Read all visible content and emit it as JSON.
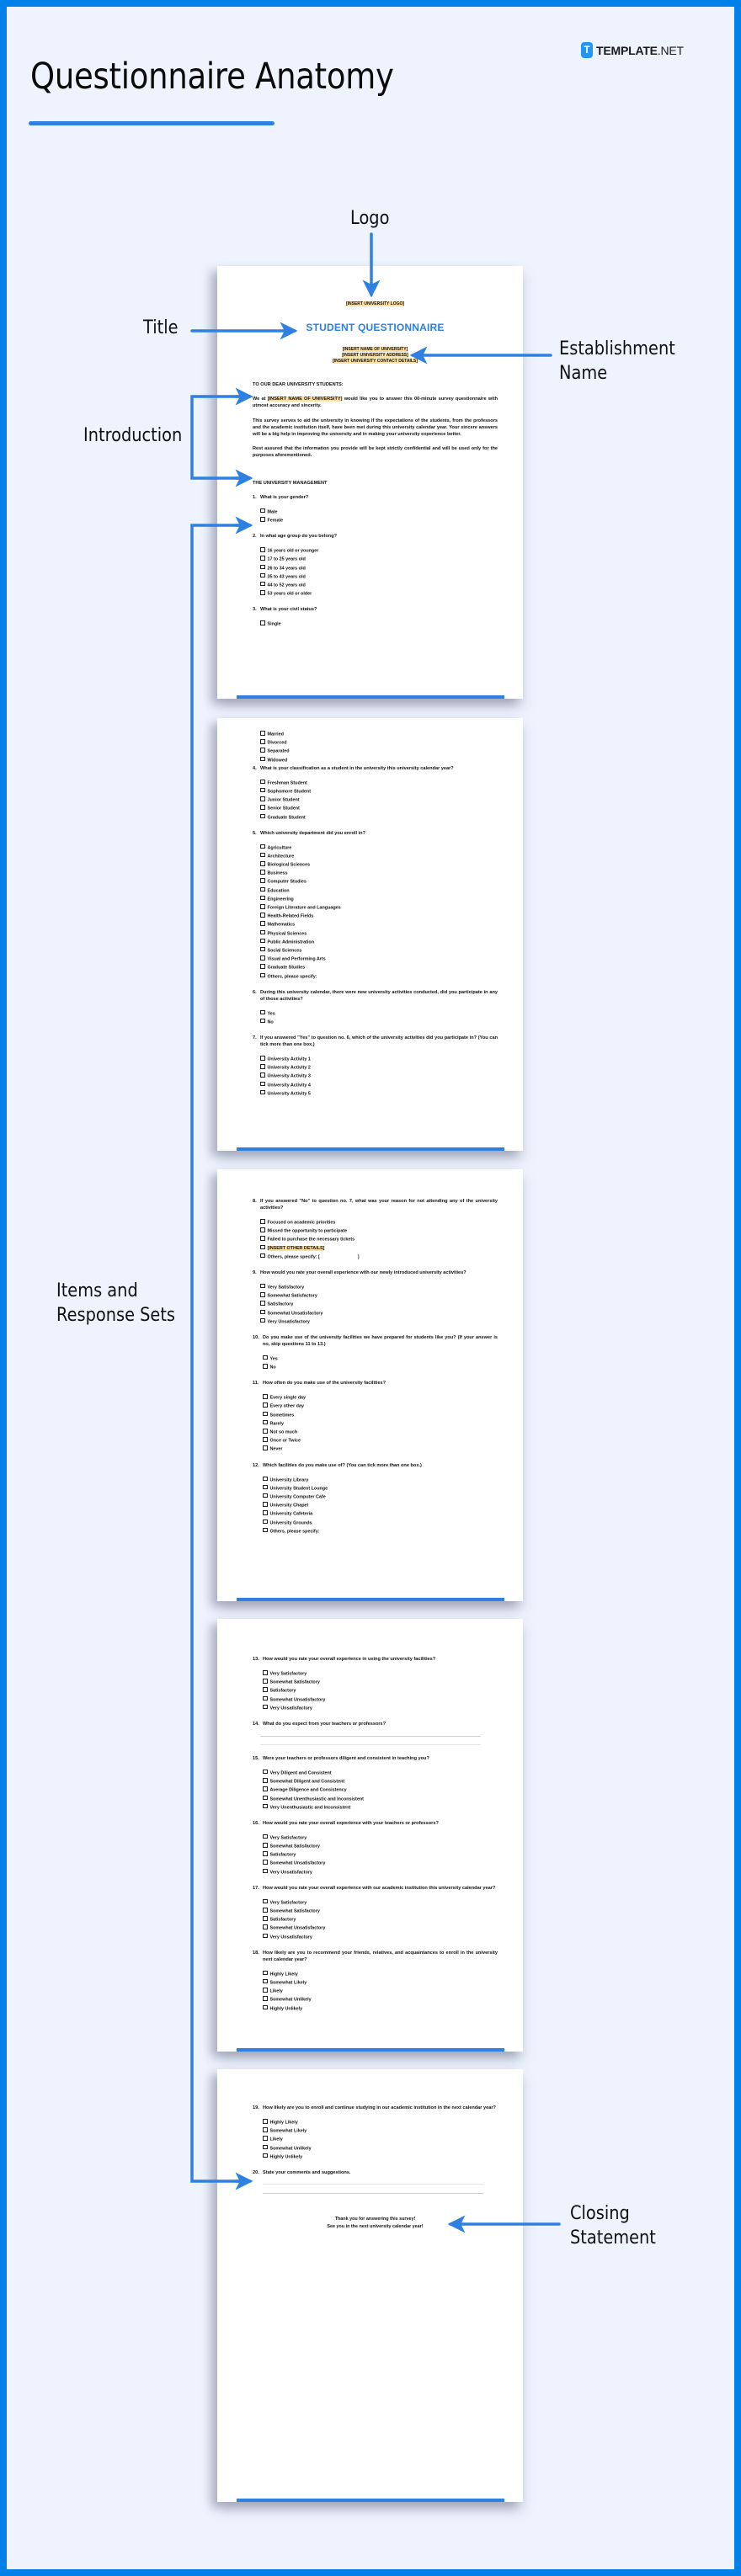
{
  "header": {
    "title": "Questionnaire Anatomy",
    "brand_badge": "T",
    "brand_bold": "TEMPLATE",
    "brand_light": ".NET"
  },
  "colors": {
    "frame": "#0080E8",
    "background": "#EEF3FE",
    "accent": "#2F80E0",
    "highlight": "#FCDFA0"
  },
  "annotations": {
    "logo": "Logo",
    "title": "Title",
    "establishment_line1": "Establishment",
    "establishment_line2": "Name",
    "introduction": "Introduction",
    "items_line1": "Items and",
    "items_line2": "Response Sets",
    "closing_line1": "Closing",
    "closing_line2": "Statement"
  },
  "document": {
    "logo_placeholder": "[INSERT UNIVERSITY LOGO]",
    "title": "STUDENT QUESTIONNAIRE",
    "establishment": [
      "[INSERT NAME OF UNIVERSITY]",
      "[INSERT UNIVERSITY ADDRESS]",
      "[INSERT UNIVERSITY CONTACT DETAILS]"
    ],
    "salutation": "TO OUR DEAR UNIVERSITY STUDENTS:",
    "intro_p1_pre": "We at ",
    "intro_p1_hl": "[INSERT NAME OF UNIVERSITY]",
    "intro_p1_post": " would like you to answer this 00-minute survey questionnaire with utmost accuracy and sincerity.",
    "intro_p2": "This survey serves to aid the university in knowing if the expectations of the students, from the professors and the academic institution itself, have been met during this university calendar year. Your sincere answers will be a big help in improving the university and in making your university experience better.",
    "intro_p3": "Rest assured that the information you provide will be kept strictly confidential and will be used only for the purposes aforementioned.",
    "signature": "THE UNIVERSITY MANAGEMENT",
    "questions": {
      "q1": {
        "num": "1.",
        "text": "What is your gender?",
        "options": [
          "Male",
          "Female"
        ]
      },
      "q2": {
        "num": "2.",
        "text": "In what age group do you belong?",
        "options": [
          "16 years old or younger",
          "17 to 25 years old",
          "26 to 34 years old",
          "35 to 43 years old",
          "44 to 52 years old",
          "53 years old or older"
        ]
      },
      "q3": {
        "num": "3.",
        "text": "What is your civil status?",
        "options": [
          "Single",
          "Married",
          "Divorced",
          "Separated",
          "Widowed"
        ]
      },
      "q4": {
        "num": "4.",
        "text": "What is your classification as a student in the university this university calendar year?",
        "options": [
          "Freshman Student",
          "Sophomore Student",
          "Junior Student",
          "Senior Student",
          "Graduate Student"
        ]
      },
      "q5": {
        "num": "5.",
        "text": "Which university department did you enroll in?",
        "options": [
          "Agriculture",
          "Architecture",
          "Biological Sciences",
          "Business",
          "Computer Studies",
          "Education",
          "Engineering",
          "Foreign Literature and Languages",
          "Health-Related Fields",
          "Mathematics",
          "Physical Sciences",
          "Public Administration",
          "Social Sciences",
          "Visual and Performing Arts",
          "Graduate Studies",
          "Others, please specify:"
        ]
      },
      "q6": {
        "num": "6.",
        "text": "During this university calendar, there were new university activities conducted, did you participate in any of those activities?",
        "options": [
          "Yes",
          "No"
        ]
      },
      "q7": {
        "num": "7.",
        "text": "If you answered \"Yes\" to question no. 6, which of the university activities did you participate in? (You can tick more than one box.)",
        "options": [
          "University Activity 1",
          "University Activity 2",
          "University Activity 3",
          "University Activity 4",
          "University Activity 5"
        ]
      },
      "q8": {
        "num": "8.",
        "text": "If you answered \"No\" to question no. 7, what was your reason for not attending any of the university activities?",
        "options": [
          "Focused on academic priorities",
          "Missed the opportunity to participate",
          "Failed to purchase the necessary tickets",
          "[INSERT OTHER DETAILS]",
          "Others, please specify: [                              ]"
        ]
      },
      "q9": {
        "num": "9.",
        "text": "How would you rate your overall experience with our newly introduced university activities?",
        "options": [
          "Very Satisfactory",
          "Somewhat Satisfactory",
          "Satisfactory",
          "Somewhat Unsatisfactory",
          "Very Unsatisfactory"
        ]
      },
      "q10": {
        "num": "10.",
        "text": "Do you make use of the university facilities we have prepared for students like you? (If your answer is no, skip questions 11 to 13.)",
        "options": [
          "Yes",
          "No"
        ]
      },
      "q11": {
        "num": "11.",
        "text": "How often do you make use of the university facilities?",
        "options": [
          "Every single day",
          "Every other day",
          "Sometimes",
          "Rarely",
          "Not so much",
          "Once or Twice",
          "Never"
        ]
      },
      "q12": {
        "num": "12.",
        "text": "Which facilities do you make use of? (You can tick more than one box.)",
        "options": [
          "University Library",
          "University Student Lounge",
          "University Computer Cafe",
          "University Chapel",
          "University Cafeteria",
          "University Grounds",
          "Others, please specify:"
        ]
      },
      "q13": {
        "num": "13.",
        "text": "How would you rate your overall experience in using the university facilities?",
        "options": [
          "Very Satisfactory",
          "Somewhat Satisfactory",
          "Satisfactory",
          "Somewhat Unsatisfactory",
          "Very Unsatisfactory"
        ]
      },
      "q14": {
        "num": "14.",
        "text": "What do you expect from your teachers or professors?"
      },
      "q15": {
        "num": "15.",
        "text": "Were your teachers or professors diligent and consistent in teaching you?",
        "options": [
          "Very Diligent and Consistent",
          "Somewhat Diligent and Consistent",
          "Average Diligence and Consistency",
          "Somewhat Unenthusiastic and Inconsistent",
          "Very Unenthusiastic and Inconsistent"
        ]
      },
      "q16": {
        "num": "16.",
        "text": "How would you rate your overall experience with your teachers or professors?",
        "options": [
          "Very Satisfactory",
          "Somewhat Satisfactory",
          "Satisfactory",
          "Somewhat Unsatisfactory",
          "Very Unsatisfactory"
        ]
      },
      "q17": {
        "num": "17.",
        "text": "How would you rate your overall experience with our academic institution this university calendar year?",
        "options": [
          "Very Satisfactory",
          "Somewhat Satisfactory",
          "Satisfactory",
          "Somewhat Unsatisfactory",
          "Very Unsatisfactory"
        ]
      },
      "q18": {
        "num": "18.",
        "text": "How likely are you to recommend your friends, relatives, and acquaintances to enroll in the university next calendar year?",
        "options": [
          "Highly Likely",
          "Somewhat Likely",
          "Likely",
          "Somewhat Unlikely",
          "Highly Unlikely"
        ]
      },
      "q19": {
        "num": "19.",
        "text": "How likely are you to enroll and continue studying in our academic institution in the next calendar year?",
        "options": [
          "Highly Likely",
          "Somewhat Likely",
          "Likely",
          "Somewhat Unlikely",
          "Highly Unlikely"
        ]
      },
      "q20": {
        "num": "20.",
        "text": "State your comments and suggestions."
      }
    },
    "closing_line1": "Thank you for answering this survey!",
    "closing_line2": "See you in the next university calendar year!"
  }
}
